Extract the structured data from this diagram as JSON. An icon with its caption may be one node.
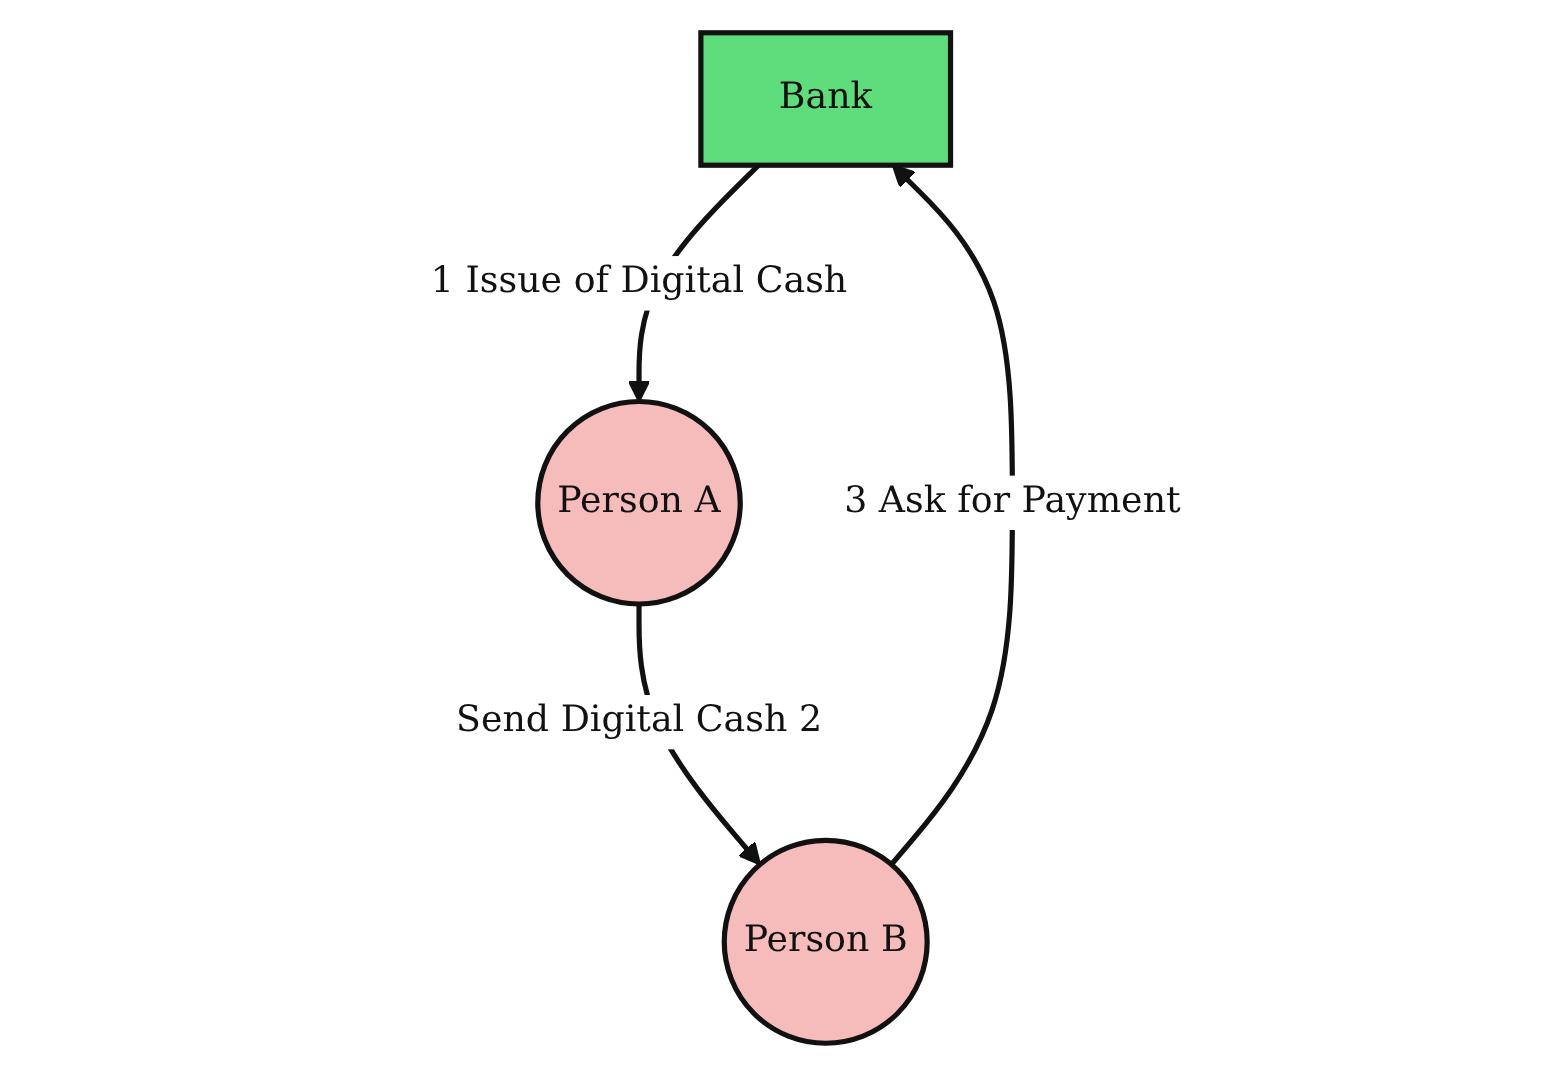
{
  "diagram": {
    "nodes": [
      {
        "text": [
          "Bank"
        ]
      },
      {
        "text": [
          "Person A"
        ]
      },
      {
        "text": [
          "Person B"
        ]
      }
    ],
    "edges": [
      {
        "from": 0,
        "to": 1,
        "arrow": "to",
        "label": "1 Issue of Digital Cash"
      },
      {
        "from": 1,
        "to": 2,
        "arrow": "to",
        "label": "Send Digital Cash 2"
      },
      {
        "from": 2,
        "to": 0,
        "arrow": "to",
        "label": "3 Ask for Payment"
      }
    ]
  }
}
